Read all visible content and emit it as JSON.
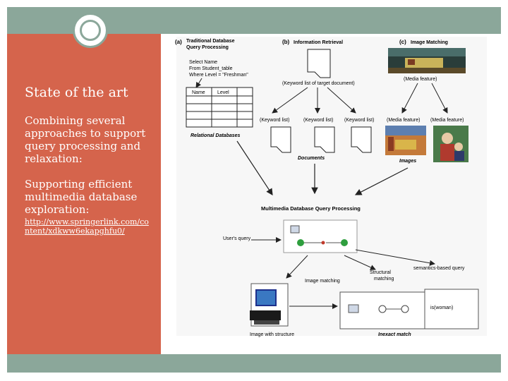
{
  "slide": {
    "title": "State of the art",
    "bullet1": "Combining several approaches to support query processing and relaxation:",
    "bullet2": "Supporting efficient multimedia database exploration:",
    "link": "http://www.springerlink.com/content/xdkww6ekapghfu0/"
  },
  "figure": {
    "panel_a_label": "(a)",
    "panel_a_title_1": "Traditional Database",
    "panel_a_title_2": "Query Processing",
    "sql_1": "Select Name",
    "sql_2": "From Student_table",
    "sql_3": "Where Level = \"Freshman\"",
    "table_col_1": "Name",
    "table_col_2": "Level",
    "relational": "Relational Databases",
    "panel_b_label": "(b)",
    "panel_b_title": "Information Retrieval",
    "keyword_list_target": "(Keyword list of target document)",
    "keyword_list": "(Keyword list)",
    "documents": "Documents",
    "panel_c_label": "(c)",
    "panel_c_title": "Image Matching",
    "media_feature": "(Media feature)",
    "images": "Images",
    "mmdb": "Multimedia Database Query Processing",
    "users_query": "User's query",
    "image_matching": "Image matching",
    "structural": "Structural",
    "matching": "matching",
    "semantics": "semantics-based query",
    "is_woman": "is(woman)",
    "image_structure": "Image with structure",
    "inexact": "Inexact match"
  },
  "colors": {
    "frame": "#8ba79a",
    "panel": "#d5644c"
  }
}
